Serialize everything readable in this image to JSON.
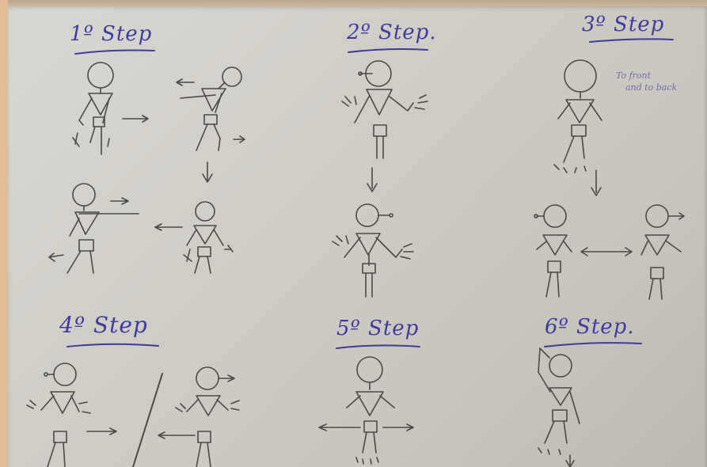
{
  "steps": [
    {
      "label": "1º Step"
    },
    {
      "label": "2º Step."
    },
    {
      "label": "3º Step"
    },
    {
      "label": "4º Step"
    },
    {
      "label": "5º Step"
    },
    {
      "label": "6º Step."
    }
  ],
  "note": {
    "line1": "To front",
    "line2": "and to back"
  },
  "colors": {
    "ink": "#3f3c9d",
    "pencil": "#4a4a4a",
    "paper": "#d3d1cb"
  }
}
